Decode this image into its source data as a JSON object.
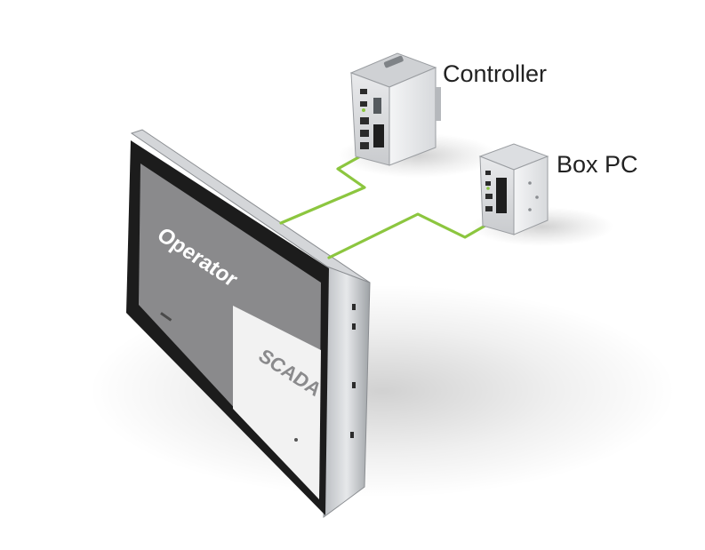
{
  "devices": {
    "controller": {
      "label": "Controller"
    },
    "box_pc": {
      "label": "Box PC"
    }
  },
  "panel": {
    "screen_top_label": "Operator",
    "screen_bottom_label": "SCADA"
  },
  "colors": {
    "cable": "#8cc63f",
    "bezel": "#1c1c1c",
    "screen_gray": "#8a8a8c",
    "screen_white": "#f2f2f2",
    "device_body": "#d9dbde",
    "label_text": "#222222"
  }
}
